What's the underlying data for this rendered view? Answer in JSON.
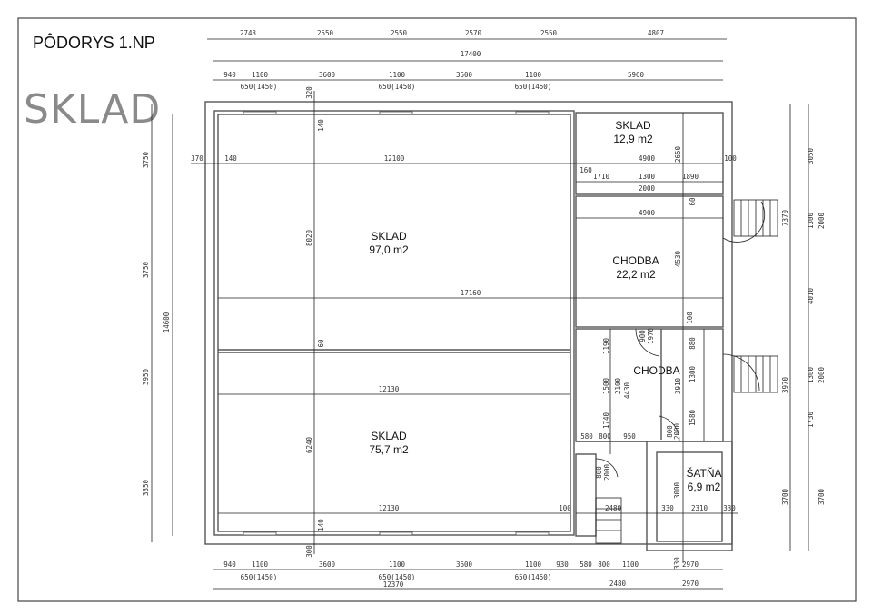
{
  "title": "PÔDORYS 1.NP",
  "watermark": "SKLAD",
  "rooms": [
    {
      "name": "SKLAD",
      "area": "97,0 m2"
    },
    {
      "name": "SKLAD",
      "area": "75,7 m2"
    },
    {
      "name": "SKLAD",
      "area": "12,9 m2"
    },
    {
      "name": "CHODBA",
      "area": "22,2 m2"
    },
    {
      "name": "CHODBA"
    },
    {
      "name": "ŠATŇA",
      "area": "6,9 m2"
    }
  ],
  "top_dims": {
    "row1": [
      "2743",
      "2550",
      "2550",
      "2570",
      "2550",
      "4807"
    ],
    "total": "17400",
    "row3": [
      "940",
      "1100",
      "3600",
      "1100",
      "3600",
      "1100",
      "5960"
    ],
    "windows": [
      "650(1450)",
      "650(1450)",
      "650(1450)"
    ]
  },
  "bottom_dims": {
    "row1": [
      "940",
      "1100",
      "3600",
      "1100",
      "3600",
      "1100",
      "930",
      "580",
      "800",
      "1100",
      "2970"
    ],
    "windows": [
      "650(1450)",
      "650(1450)",
      "650(1450)"
    ],
    "row2": [
      "12370",
      "2480",
      "2970"
    ]
  },
  "left_dims": {
    "segments": [
      "3750",
      "3750",
      "3950",
      "3350"
    ],
    "total": "14600"
  },
  "right_dims": {
    "outer": [
      "3050",
      "7370",
      "4010",
      "3970",
      "3700"
    ],
    "inner": [
      "1300",
      "2000",
      "1300",
      "2000",
      "1730",
      "3700"
    ]
  },
  "interior_dims": [
    "12100",
    "17160",
    "12130",
    "12130",
    "8020",
    "6240",
    "140",
    "140",
    "60",
    "320",
    "300",
    "370",
    "140",
    "4900",
    "160",
    "1710",
    "1300",
    "1890",
    "2000",
    "4900",
    "2650",
    "60",
    "4530",
    "100",
    "100",
    "900",
    "1970",
    "880",
    "1300",
    "1580",
    "3910",
    "1190",
    "1500",
    "2100",
    "4430",
    "1740",
    "580",
    "800",
    "950",
    "800",
    "2000",
    "800",
    "2000",
    "3000",
    "330",
    "2310",
    "330",
    "2480",
    "100",
    "330"
  ]
}
